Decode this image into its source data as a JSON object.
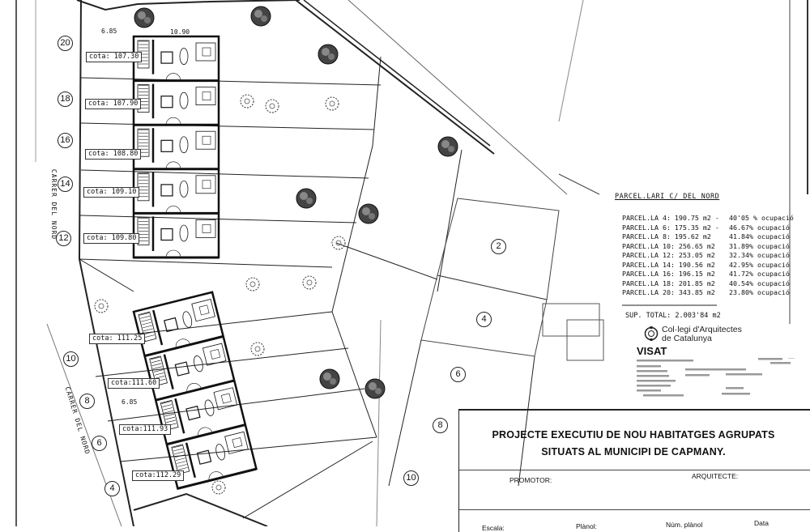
{
  "drawing": {
    "street_name": "CARRER DEL NORD",
    "lot_numbers_west": [
      "20",
      "18",
      "16",
      "14",
      "12",
      "10",
      "8",
      "6",
      "4"
    ],
    "lot_numbers_east": [
      "2",
      "4",
      "6",
      "8",
      "10"
    ],
    "cotas": [
      "cota: 107.30",
      "cota: 107.90",
      "cota: 108.80",
      "cota: 109.10",
      "cota: 109.80",
      "cota: 111.25",
      "cota:111.60",
      "cota:111.93",
      "cota:112.29"
    ],
    "dimensions": [
      "6.85",
      "10.90",
      "6.85"
    ]
  },
  "parcel_table": {
    "title": "PARCEL.LARI C/ DEL NORD",
    "rows": [
      {
        "label": "PARCEL.LA 4: 190.75 m2 -",
        "occupancy": "40'05 % ocupació"
      },
      {
        "label": "PARCEL.LA 6: 175.35 m2 -",
        "occupancy": "46.67% ocupació"
      },
      {
        "label": "PARCEL.LA 8: 195.62 m2",
        "occupancy": "41.84% ocupació"
      },
      {
        "label": "PARCEL.LA 10: 256.65 m2",
        "occupancy": "31.89% ocupació"
      },
      {
        "label": "PARCEL.LA 12: 253.05 m2",
        "occupancy": "32.34% ocupació"
      },
      {
        "label": "PARCEL.LA 14: 190.56 m2",
        "occupancy": "42.95% ocupació"
      },
      {
        "label": "PARCEL.LA 16: 196.15 m2",
        "occupancy": "41.72% ocupació"
      },
      {
        "label": "PARCEL.LA 18: 201.85 m2",
        "occupancy": "40.54% ocupació"
      },
      {
        "label": "PARCEL.LA 20: 343.85 m2",
        "occupancy": "23.80% ocupació"
      }
    ],
    "total": "SUP. TOTAL: 2.003'84 m2"
  },
  "stamp": {
    "org_line1": "Col·legi d'Arquitectes",
    "org_line2": "de Catalunya",
    "visat": "VISAT"
  },
  "title_block": {
    "title_line1": "PROJECTE EXECUTIU DE NOU HABITATGES AGRUPATS",
    "title_line2": "SITUATS AL MUNICIPI DE CAPMANY.",
    "promotor_label": "PROMOTOR:",
    "arquitecte_label": "ARQUITECTE:",
    "escala_label": "Escala:",
    "planol_label": "Plànol:",
    "num_planol_label": "Núm. plànol",
    "data_label": "Data"
  }
}
